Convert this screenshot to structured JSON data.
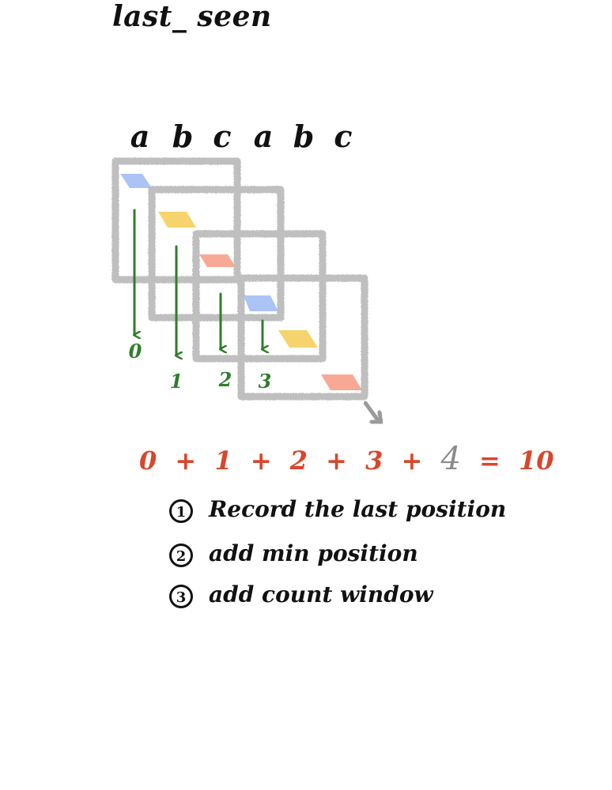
{
  "title": "last_ seen",
  "string_chars": [
    "a",
    "b",
    "c",
    "a",
    "b",
    "c"
  ],
  "window_indices": [
    "0",
    "1",
    "2",
    "3"
  ],
  "equation": {
    "terms": [
      "0",
      "+",
      "1",
      "+",
      "2",
      "+",
      "3",
      "+"
    ],
    "last_term": "4",
    "equals": "=",
    "result": "10"
  },
  "steps": [
    {
      "number": "1",
      "text": "Record the last position"
    },
    {
      "number": "2",
      "text": "add min position"
    },
    {
      "number": "3",
      "text": "add count window"
    }
  ],
  "colors": {
    "window_border": "#b5b5b5",
    "arrow": "#2f7d2a",
    "marker_a": "#9db8f4",
    "marker_b": "#f5cb52",
    "marker_c": "#f79a82",
    "equation": "#d9462a",
    "last_term": "#8a8a8a"
  }
}
